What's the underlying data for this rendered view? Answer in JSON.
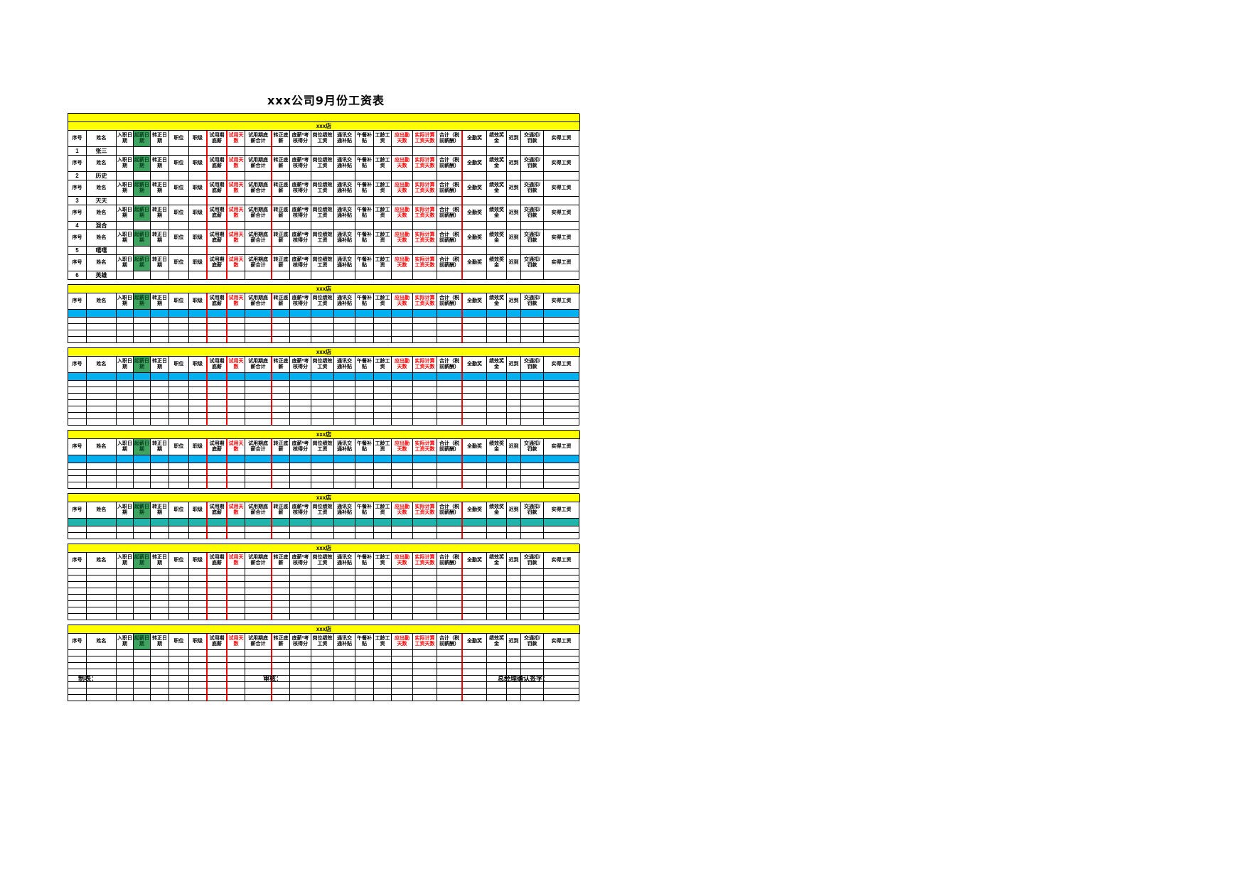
{
  "page": {
    "title": "xxx公司9月份工资表",
    "store_label": "xxx店"
  },
  "colors": {
    "yellow": "#FFFF00",
    "green": "#3DA35F",
    "cyan": "#00B0F0",
    "teal": "#1FB5AD",
    "red": "#FF0000"
  },
  "columns": [
    {
      "label": "序号",
      "w": 26,
      "cls": ""
    },
    {
      "label": "姓名",
      "w": 42,
      "cls": ""
    },
    {
      "label": "入职日期",
      "w": 24,
      "cls": ""
    },
    {
      "label": "起薪日期",
      "w": 24,
      "cls": "green-cell"
    },
    {
      "label": "转正日期",
      "w": 26,
      "cls": ""
    },
    {
      "label": "职位",
      "w": 28,
      "cls": ""
    },
    {
      "label": "职级",
      "w": 26,
      "cls": "red-line"
    },
    {
      "label": "试用期底薪",
      "w": 28,
      "cls": "red-line"
    },
    {
      "label": "试用天数",
      "w": 25,
      "cls": "red-text"
    },
    {
      "label": "试用期底薪合计",
      "w": 38,
      "cls": "red-line"
    },
    {
      "label": "转正底薪",
      "w": 25,
      "cls": ""
    },
    {
      "label": "底薪*考核得分",
      "w": 30,
      "cls": ""
    },
    {
      "label": "岗位绩效工资",
      "w": 32,
      "cls": ""
    },
    {
      "label": "通讯交通补贴",
      "w": 30,
      "cls": ""
    },
    {
      "label": "午餐补贴",
      "w": 26,
      "cls": ""
    },
    {
      "label": "工龄工资",
      "w": 25,
      "cls": ""
    },
    {
      "label": "应出勤天数",
      "w": 30,
      "cls": "red-text"
    },
    {
      "label": "实际计算工资天数",
      "w": 34,
      "cls": "red-text"
    },
    {
      "label": "合计（税前薪酬）",
      "w": 36,
      "cls": "red-line"
    },
    {
      "label": "全勤奖",
      "w": 34,
      "cls": ""
    },
    {
      "label": "绩效奖金",
      "w": 28,
      "cls": ""
    },
    {
      "label": "迟到",
      "w": 20,
      "cls": ""
    },
    {
      "label": "交通扣/罚款",
      "w": 32,
      "cls": ""
    },
    {
      "label": "实得工资",
      "w": 50,
      "cls": ""
    }
  ],
  "first_section": {
    "employees": [
      {
        "no": "1",
        "name": "张三"
      },
      {
        "no": "2",
        "name": "历史"
      },
      {
        "no": "3",
        "name": "天天"
      },
      {
        "no": "4",
        "name": "混合"
      },
      {
        "no": "5",
        "name": "嘻嘻"
      },
      {
        "no": "6",
        "name": "英雄"
      }
    ]
  },
  "sections": [
    {
      "store": "xxx店",
      "highlight": "cyan",
      "empty_rows": 4
    },
    {
      "store": "xxx店",
      "highlight": "cyan",
      "empty_rows": 7
    },
    {
      "store": "xxx店",
      "highlight": "cyan",
      "empty_rows": 4
    },
    {
      "store": "xxx店",
      "highlight": "teal",
      "empty_rows": 2
    },
    {
      "store": "xxx店",
      "highlight": null,
      "empty_rows": 8
    },
    {
      "store": "xxx店",
      "highlight": null,
      "empty_rows": 8
    }
  ],
  "footer": {
    "maker": "制表：",
    "reviewer": "审核：",
    "gm": "总经理确认签字："
  }
}
